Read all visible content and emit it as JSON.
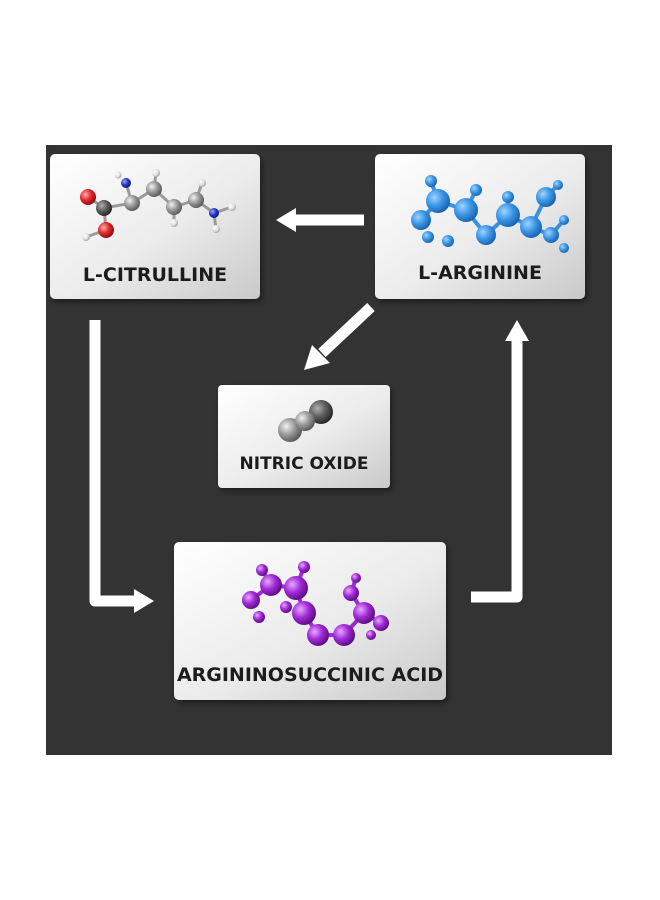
{
  "nodes": {
    "citrulline": {
      "label": "L-CITRULLINE"
    },
    "arginine": {
      "label": "L-ARGININE"
    },
    "nitric_oxide": {
      "label": "NITRIC OXIDE"
    },
    "argininosuccinic": {
      "label": "ARGININOSUCCINIC ACID"
    }
  },
  "colors": {
    "panel_background": "#333333",
    "box_fill_light": "#ffffff",
    "box_fill_dark": "#cdcdcd",
    "arrow": "#ffffff",
    "arginine_molecule": "#2f8ee0",
    "argininosuccinic_molecule": "#a12bd6",
    "nitric_oxide_molecule": "#9a9a9a",
    "atom_oxygen": "#e02a2a",
    "atom_nitrogen": "#2a3cc8",
    "atom_carbon": "#8a8a8a",
    "atom_hydrogen": "#e6e6e6"
  }
}
